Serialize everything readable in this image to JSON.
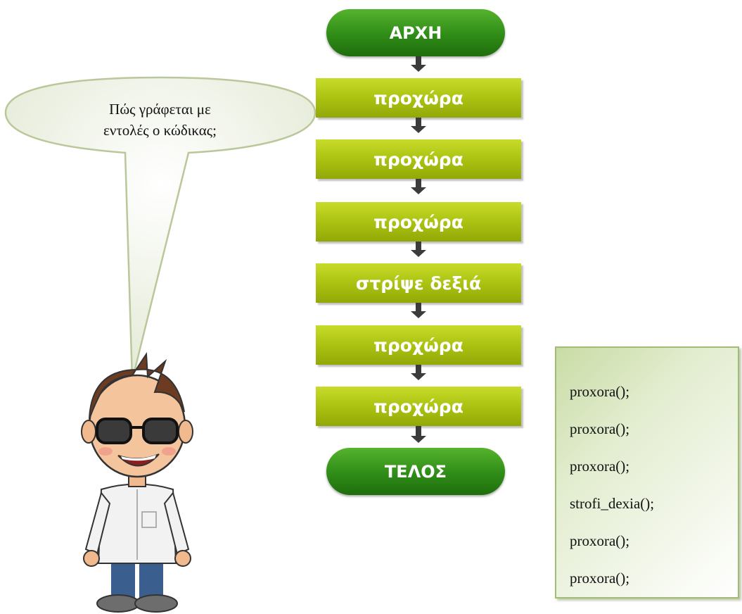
{
  "bubble": {
    "line1": "Πώς γράφεται με",
    "line2": "εντολές ο κώδικας;"
  },
  "flowchart": {
    "start": "ΑΡΧΗ",
    "steps": [
      "προχώρα",
      "προχώρα",
      "προχώρα",
      "στρίψε δεξιά",
      "προχώρα",
      "προχώρα"
    ],
    "end": "ΤΕΛΟΣ"
  },
  "code": {
    "lines": [
      "proxora();",
      "proxora();",
      "proxora();",
      "strofi_dexia();",
      "proxora();",
      "proxora();"
    ]
  },
  "colors": {
    "terminator": "#2f8c17",
    "process": "#a9c010",
    "arrow": "#3b3b3b",
    "bubble_fill": "#eaf0de",
    "code_box_border": "#a3bc73"
  }
}
